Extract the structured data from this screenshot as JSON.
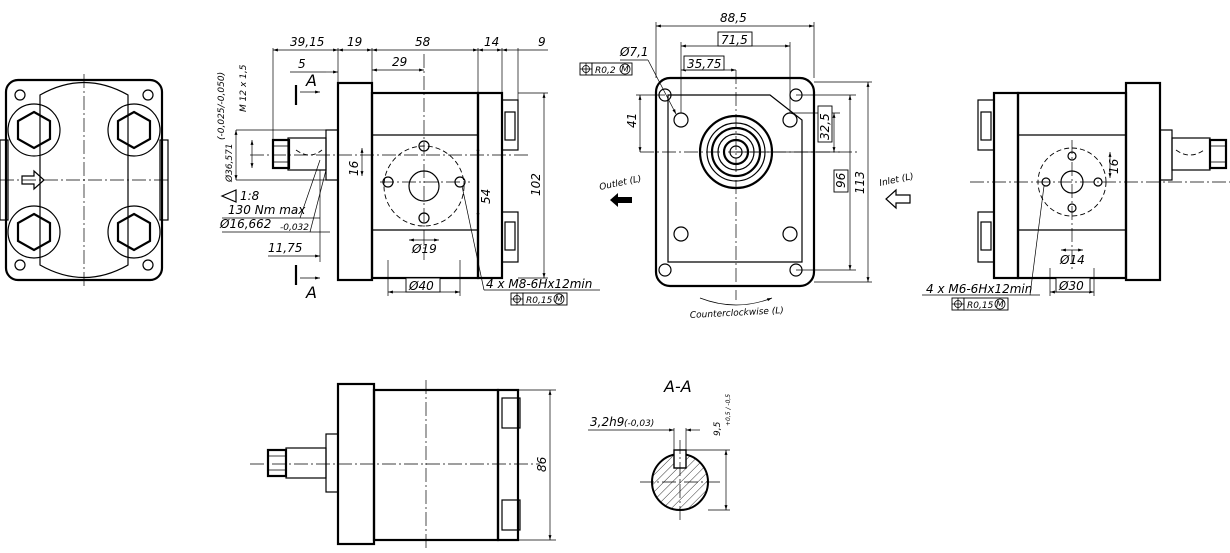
{
  "dims": {
    "d39_15": "39,15",
    "d19": "19",
    "d58": "58",
    "d14": "14",
    "d9": "9",
    "d5": "5",
    "d29": "29",
    "thread_shaft": "M 12 x 1,5",
    "pilot_dia": "Ø36,571",
    "pilot_tol": "(-0,025/-0,050)",
    "taper": "1:8",
    "torque": "130 Nm max",
    "shaft_dia": "Ø16,662",
    "shaft_tol": "-0,032",
    "d11_75": "11,75",
    "d16_left": "16",
    "d54": "54",
    "d102": "102",
    "dia19": "Ø19",
    "dia40": "Ø40",
    "thread_outlet": "4 x M8-6Hx12min",
    "tol_outlet": "R0,15",
    "d88_5": "88,5",
    "d71_5": "71,5",
    "d35_75": "35,75",
    "dia7_1": "Ø7,1",
    "tol_mount": "R0,2",
    "d41": "41",
    "d32_5": "32,5",
    "d96": "96",
    "d113": "113",
    "d16_right": "16",
    "dia14": "Ø14",
    "dia30": "Ø30",
    "thread_inlet": "4 x M6-6Hx12min",
    "tol_inlet": "R0,15",
    "d86": "86",
    "key": "3,2h9",
    "key_tol": "(-0,03)",
    "key_depth": "9,5",
    "key_depth_tol": "+0,5 / -0,5",
    "m_symbol": "M"
  },
  "labels": {
    "section_mark": "A",
    "section_title": "A-A",
    "outlet": "Outlet (L)",
    "inlet": "Inlet (L)",
    "rotation": "Counterclockwise (L)"
  }
}
